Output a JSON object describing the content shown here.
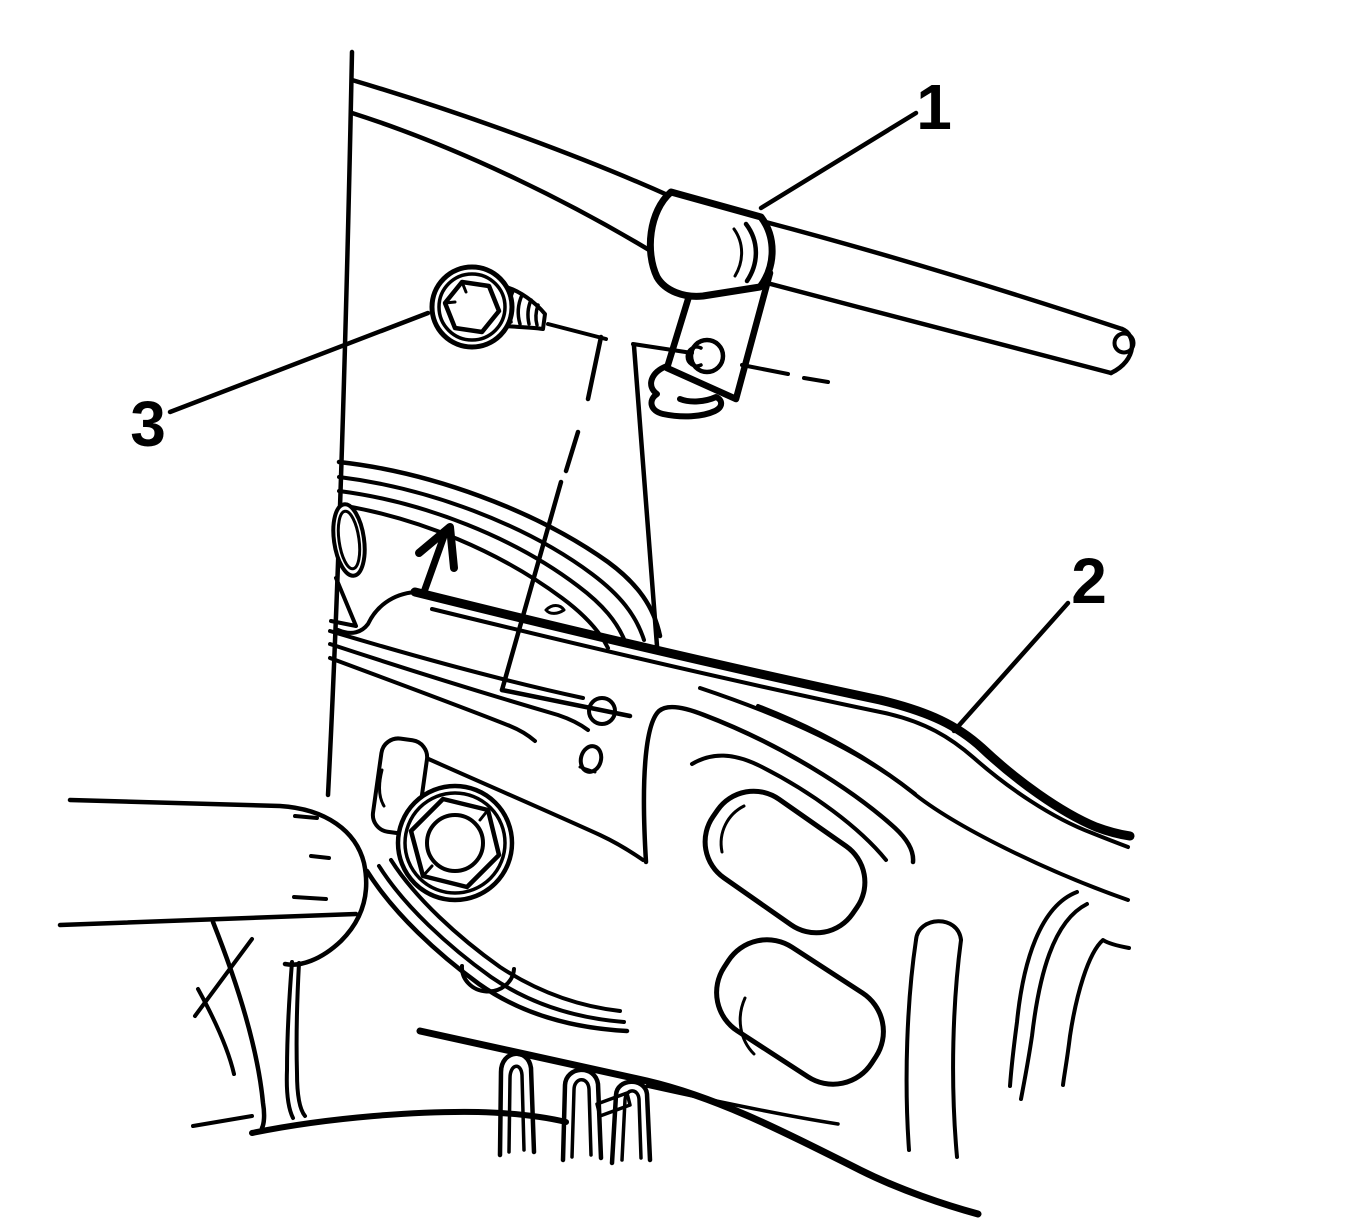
{
  "figure": {
    "type": "technical-line-illustration",
    "background_color": "#ffffff",
    "line_color": "#000000"
  },
  "callouts": [
    {
      "label": "1"
    },
    {
      "label": "2"
    },
    {
      "label": "3"
    }
  ]
}
